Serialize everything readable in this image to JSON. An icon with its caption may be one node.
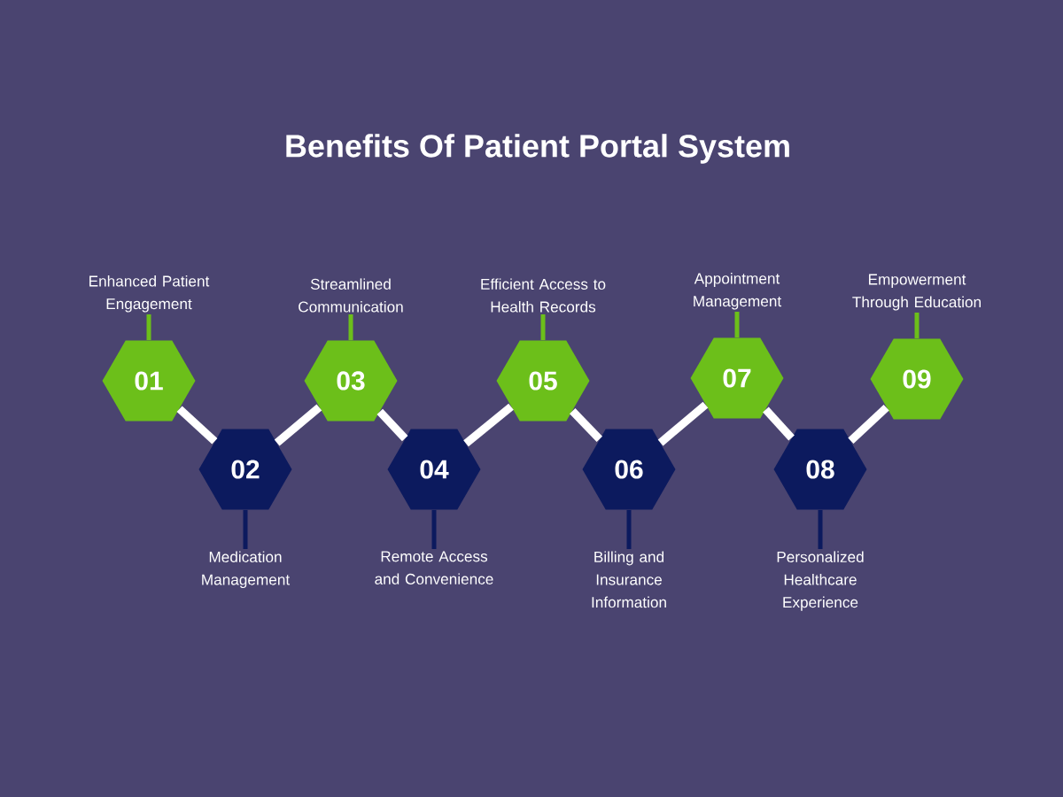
{
  "diagram": {
    "title": "Benefits Of Patient Portal System",
    "nodes": [
      {
        "text": [
          "01"
        ]
      },
      {
        "text": [
          "Enhanced Patient Engagement"
        ]
      },
      {
        "text": [
          "02"
        ]
      },
      {
        "text": [
          "Medication Management"
        ]
      },
      {
        "text": [
          "03"
        ]
      },
      {
        "text": [
          "Streamlined Communication"
        ]
      },
      {
        "text": [
          "04"
        ]
      },
      {
        "text": [
          "Remote Access and Convenience"
        ]
      },
      {
        "text": [
          "05"
        ]
      },
      {
        "text": [
          "Efficient Access to Health Records"
        ]
      },
      {
        "text": [
          "06"
        ]
      },
      {
        "text": [
          "Billing and Insurance Information"
        ]
      },
      {
        "text": [
          "07"
        ]
      },
      {
        "text": [
          "Appointment Management"
        ]
      },
      {
        "text": [
          "08"
        ]
      },
      {
        "text": [
          "Personalized Healthcare Experience"
        ]
      },
      {
        "text": [
          "09"
        ]
      },
      {
        "text": [
          "Empowerment Through Education"
        ]
      }
    ],
    "edges": [
      {
        "from": 0,
        "to": 2,
        "arrow": "none",
        "style": "thick",
        "color": "#ffffff"
      },
      {
        "from": 2,
        "to": 4,
        "arrow": "none",
        "style": "thick",
        "color": "#ffffff"
      },
      {
        "from": 4,
        "to": 6,
        "arrow": "none",
        "style": "thick",
        "color": "#ffffff"
      },
      {
        "from": 6,
        "to": 8,
        "arrow": "none",
        "style": "thick",
        "color": "#ffffff"
      },
      {
        "from": 8,
        "to": 10,
        "arrow": "none",
        "style": "thick",
        "color": "#ffffff"
      },
      {
        "from": 10,
        "to": 12,
        "arrow": "none",
        "style": "thick",
        "color": "#ffffff"
      },
      {
        "from": 12,
        "to": 14,
        "arrow": "none",
        "style": "thick",
        "color": "#ffffff"
      },
      {
        "from": 14,
        "to": 16,
        "arrow": "none",
        "style": "thick",
        "color": "#ffffff"
      },
      {
        "from": 0,
        "to": 1,
        "arrow": "none",
        "color": "#6cbf1a"
      },
      {
        "from": 2,
        "to": 3,
        "arrow": "none",
        "color": "#0c1a5e"
      },
      {
        "from": 4,
        "to": 5,
        "arrow": "none",
        "color": "#6cbf1a"
      },
      {
        "from": 6,
        "to": 7,
        "arrow": "none",
        "color": "#0c1a5e"
      },
      {
        "from": 8,
        "to": 9,
        "arrow": "none",
        "color": "#6cbf1a"
      },
      {
        "from": 10,
        "to": 11,
        "arrow": "none",
        "color": "#0c1a5e"
      },
      {
        "from": 12,
        "to": 13,
        "arrow": "none",
        "color": "#6cbf1a"
      },
      {
        "from": 14,
        "to": 15,
        "arrow": "none",
        "color": "#0c1a5e"
      },
      {
        "from": 16,
        "to": 17,
        "arrow": "none",
        "color": "#6cbf1a"
      }
    ]
  }
}
